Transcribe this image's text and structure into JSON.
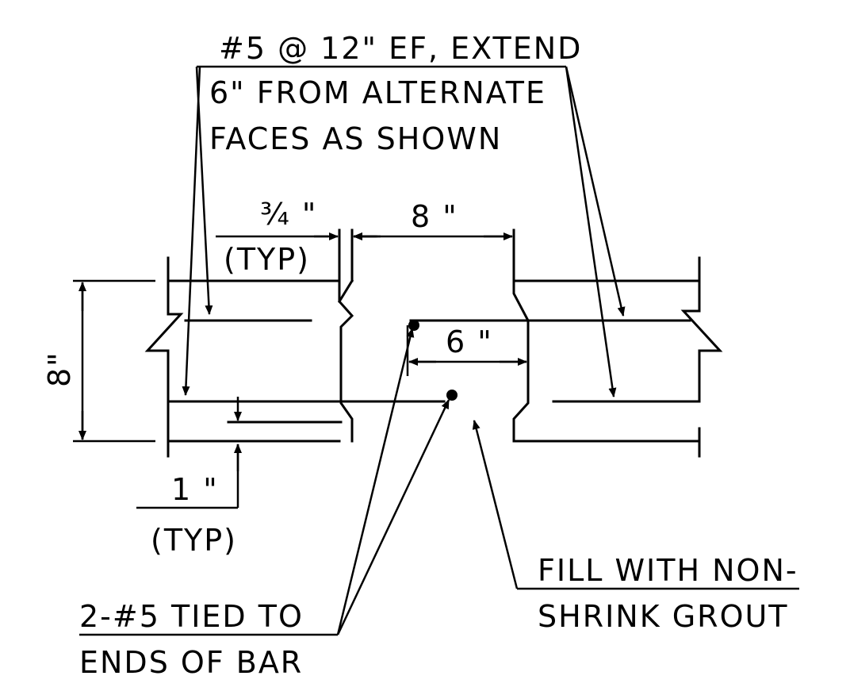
{
  "notes": {
    "rebar_line1": "#5 @ 12\" EF, EXTEND",
    "rebar_line2": "6\" FROM ALTERNATE",
    "rebar_line3": "FACES AS SHOWN",
    "tied_line1": "2-#5 TIED TO",
    "tied_line2": "ENDS OF BAR",
    "grout_line1": "FILL WITH NON-",
    "grout_line2": "SHRINK GROUT"
  },
  "dimensions": {
    "gap": "¾ \"",
    "gap_typ": "(TYP)",
    "joint_width": "8 \"",
    "lap": "6 \"",
    "depth": "8\"",
    "cover": "1 \"",
    "cover_typ": "(TYP)"
  }
}
